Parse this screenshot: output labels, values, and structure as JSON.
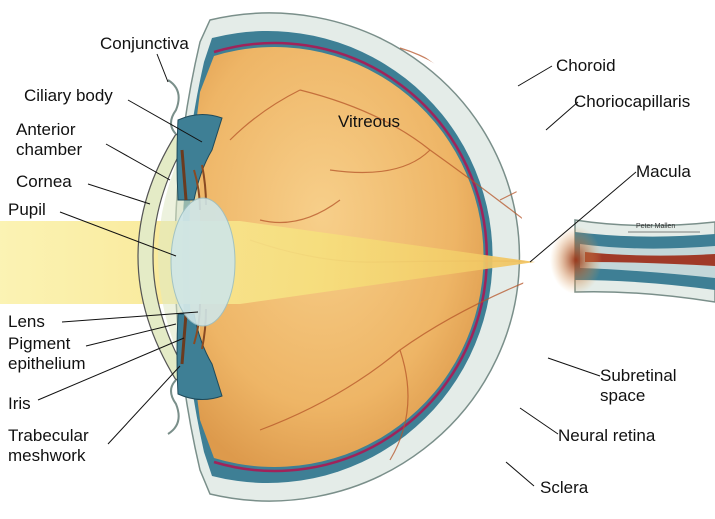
{
  "labels": {
    "conjunctiva": "Conjunctiva",
    "ciliary_body": "Ciliary body",
    "anterior_chamber": "Anterior\nchamber",
    "cornea": "Cornea",
    "pupil": "Pupil",
    "lens": "Lens",
    "pigment_epithelium": "Pigment\nepithelium",
    "iris": "Iris",
    "trabecular_meshwork": "Trabecular\nmeshwork",
    "vitreous": "Vitreous",
    "choroid": "Choroid",
    "choriocapillaris": "Choriocapillaris",
    "macula": "Macula",
    "subretinal_space": "Subretinal\nspace",
    "neural_retina": "Neural retina",
    "sclera": "Sclera"
  },
  "credit": "Peter Mallen",
  "colors": {
    "sclera": "#e4ece8",
    "choroid": "#3e7f95",
    "retina_line": "#a0235a",
    "vitreous": "#efb56a",
    "light_beam": "#f7ec9a",
    "lens": "#cfe6e8",
    "cornea": "#e4ebc6"
  }
}
